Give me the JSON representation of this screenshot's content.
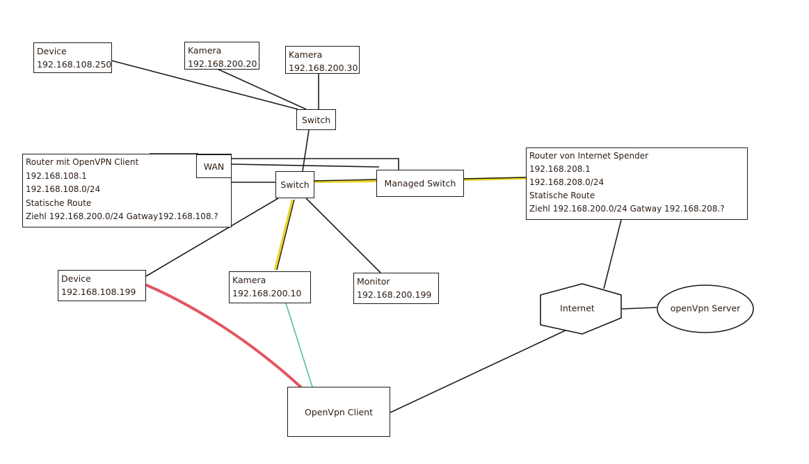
{
  "colors": {
    "line": "#1a1a1a",
    "lan_link": "#e8d428",
    "wireless_red": "#e0424e",
    "wireless_green": "#55c08a"
  },
  "nodes": {
    "device_top": [
      "Device",
      "192.168.108.250"
    ],
    "kamera_20": [
      "Kamera",
      "192.168.200.20"
    ],
    "kamera_30": [
      "Kamera",
      "192.168.200.30"
    ],
    "switch_top": "Switch",
    "router_openvpn": [
      "Router mit OpenVPN  Client",
      "192.168.108.1",
      "192.168.108.0/24",
      "Statische Route",
      "Ziehl 192.168.200.0/24 Gatway192.168.108.?"
    ],
    "wan": "WAN",
    "switch_mid": "Switch",
    "managed_switch": "Managed Switch",
    "router_internet": [
      "Router von Internet Spender",
      "192.168.208.1",
      "192.168.208.0/24",
      "Statische Route",
      "Ziehl 192.168.200.0/24 Gatway 192.168.208.?"
    ],
    "device_199": [
      "Device",
      "192.168.108.199"
    ],
    "kamera_10": [
      "Kamera",
      "192.168.200.10"
    ],
    "monitor": [
      "Monitor",
      "192.168.200.199"
    ],
    "internet": "Internet",
    "openvpn_server": "openVpn Server",
    "openvpn_client": "OpenVpn Client"
  }
}
